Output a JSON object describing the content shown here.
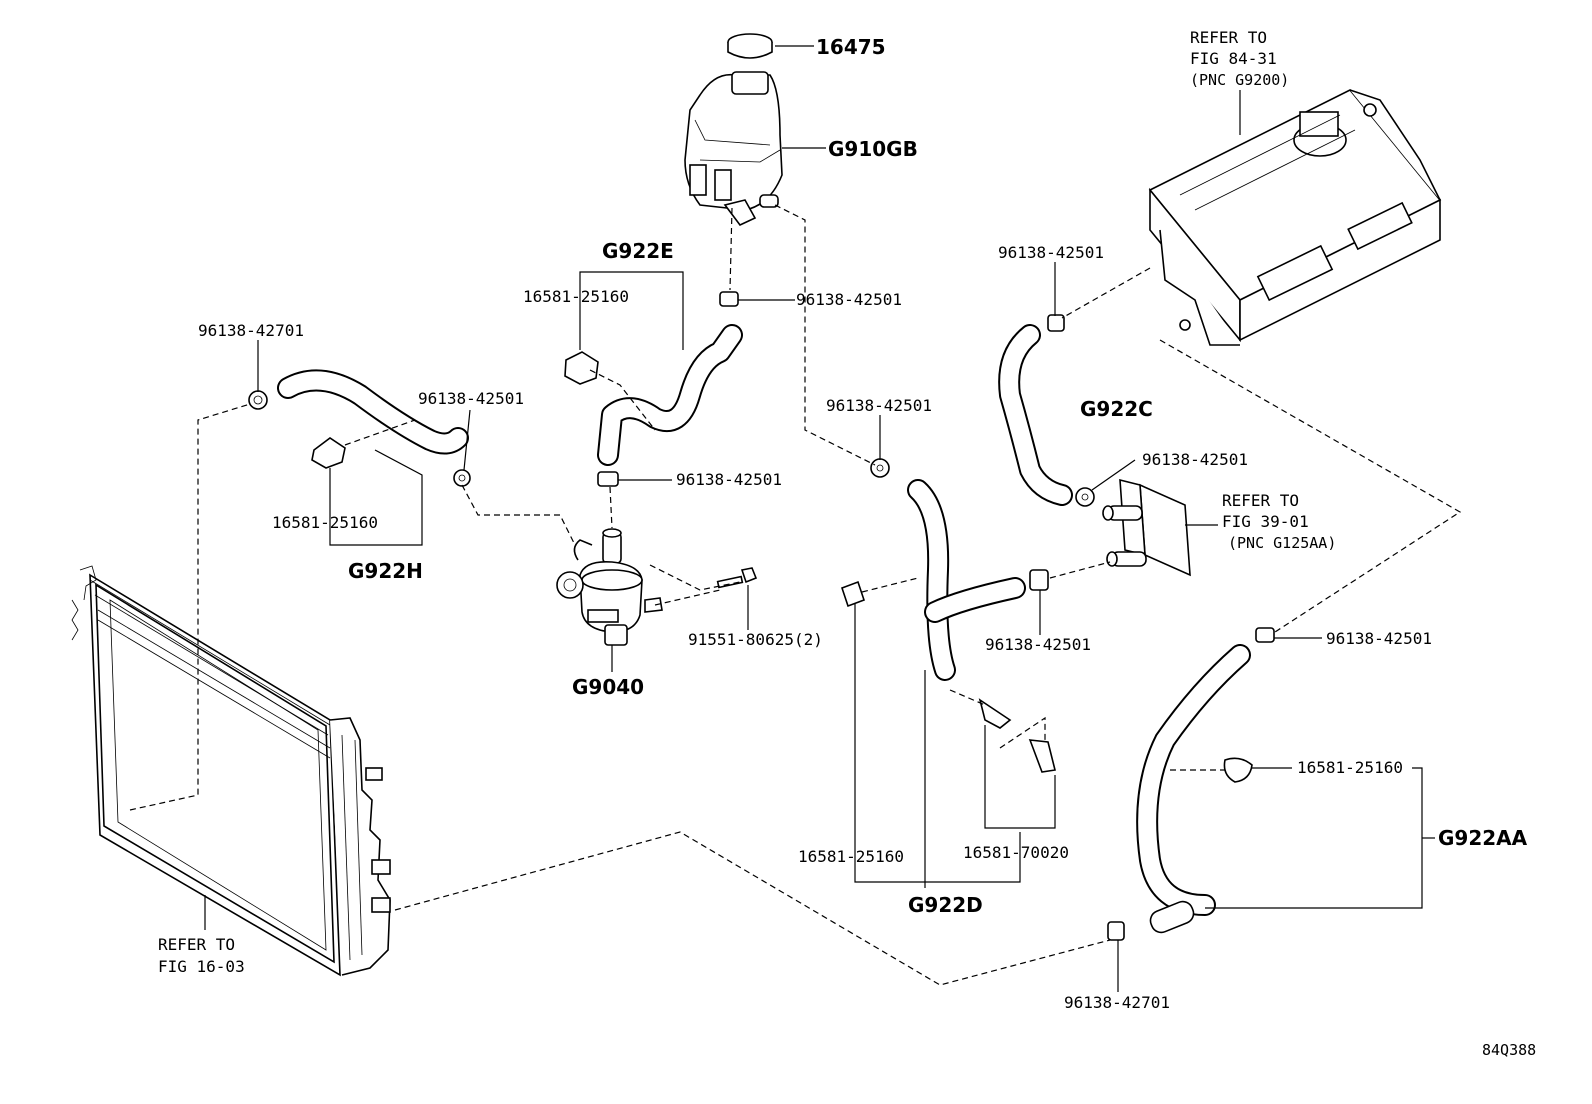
{
  "diagram_id": "84Q388",
  "parts": {
    "cap": "16475",
    "reservoir": "G910GB",
    "pump": "G9040",
    "bolt": "91551-80625(2)",
    "hose_e": "G922E",
    "hose_h": "G922H",
    "hose_c": "G922C",
    "hose_d": "G922D",
    "hose_aa": "G922AA"
  },
  "clamps": {
    "c_42701_a": "96138-42701",
    "c_42701_b": "96138-42701",
    "c_42501_res": "96138-42501",
    "c_42501_h": "96138-42501",
    "c_42501_pump": "96138-42501",
    "c_42501_mid": "96138-42501",
    "c_42501_inv": "96138-42501",
    "c_42501_oc1": "96138-42501",
    "c_42501_oc2": "96138-42501",
    "c_42501_aa": "96138-42501"
  },
  "clips": {
    "clip_e": "16581-25160",
    "clip_h": "16581-25160",
    "clip_d": "16581-25160",
    "clip_d2": "16581-70020",
    "clip_aa": "16581-25160"
  },
  "references": {
    "inverter": [
      "REFER TO",
      "FIG 84-31",
      "(PNC G9200)"
    ],
    "oil_cooler": [
      "REFER TO",
      "FIG 39-01",
      "(PNC G125AA)"
    ],
    "radiator": [
      "REFER TO",
      "FIG 16-03"
    ]
  }
}
